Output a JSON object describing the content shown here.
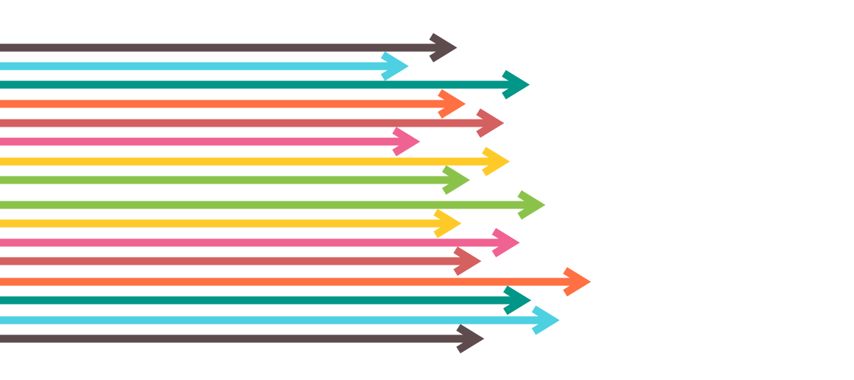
{
  "illustration": {
    "icon": "arrows-icon",
    "arrows": [
      {
        "color": "#5E4B4E",
        "tip": 632
      },
      {
        "color": "#4DD0E1",
        "tip": 564
      },
      {
        "color": "#009688",
        "tip": 734
      },
      {
        "color": "#FF7043",
        "tip": 644
      },
      {
        "color": "#D4605F",
        "tip": 698
      },
      {
        "color": "#F06292",
        "tip": 580
      },
      {
        "color": "#FFCA28",
        "tip": 706
      },
      {
        "color": "#8BC34A",
        "tip": 650
      },
      {
        "color": "#8BC34A",
        "tip": 756
      },
      {
        "color": "#FFCA28",
        "tip": 638
      },
      {
        "color": "#F06292",
        "tip": 720
      },
      {
        "color": "#D4605F",
        "tip": 666
      },
      {
        "color": "#FF7043",
        "tip": 820
      },
      {
        "color": "#009688",
        "tip": 736
      },
      {
        "color": "#4DD0E1",
        "tip": 776
      },
      {
        "color": "#5E4B4E",
        "tip": 670
      }
    ]
  }
}
